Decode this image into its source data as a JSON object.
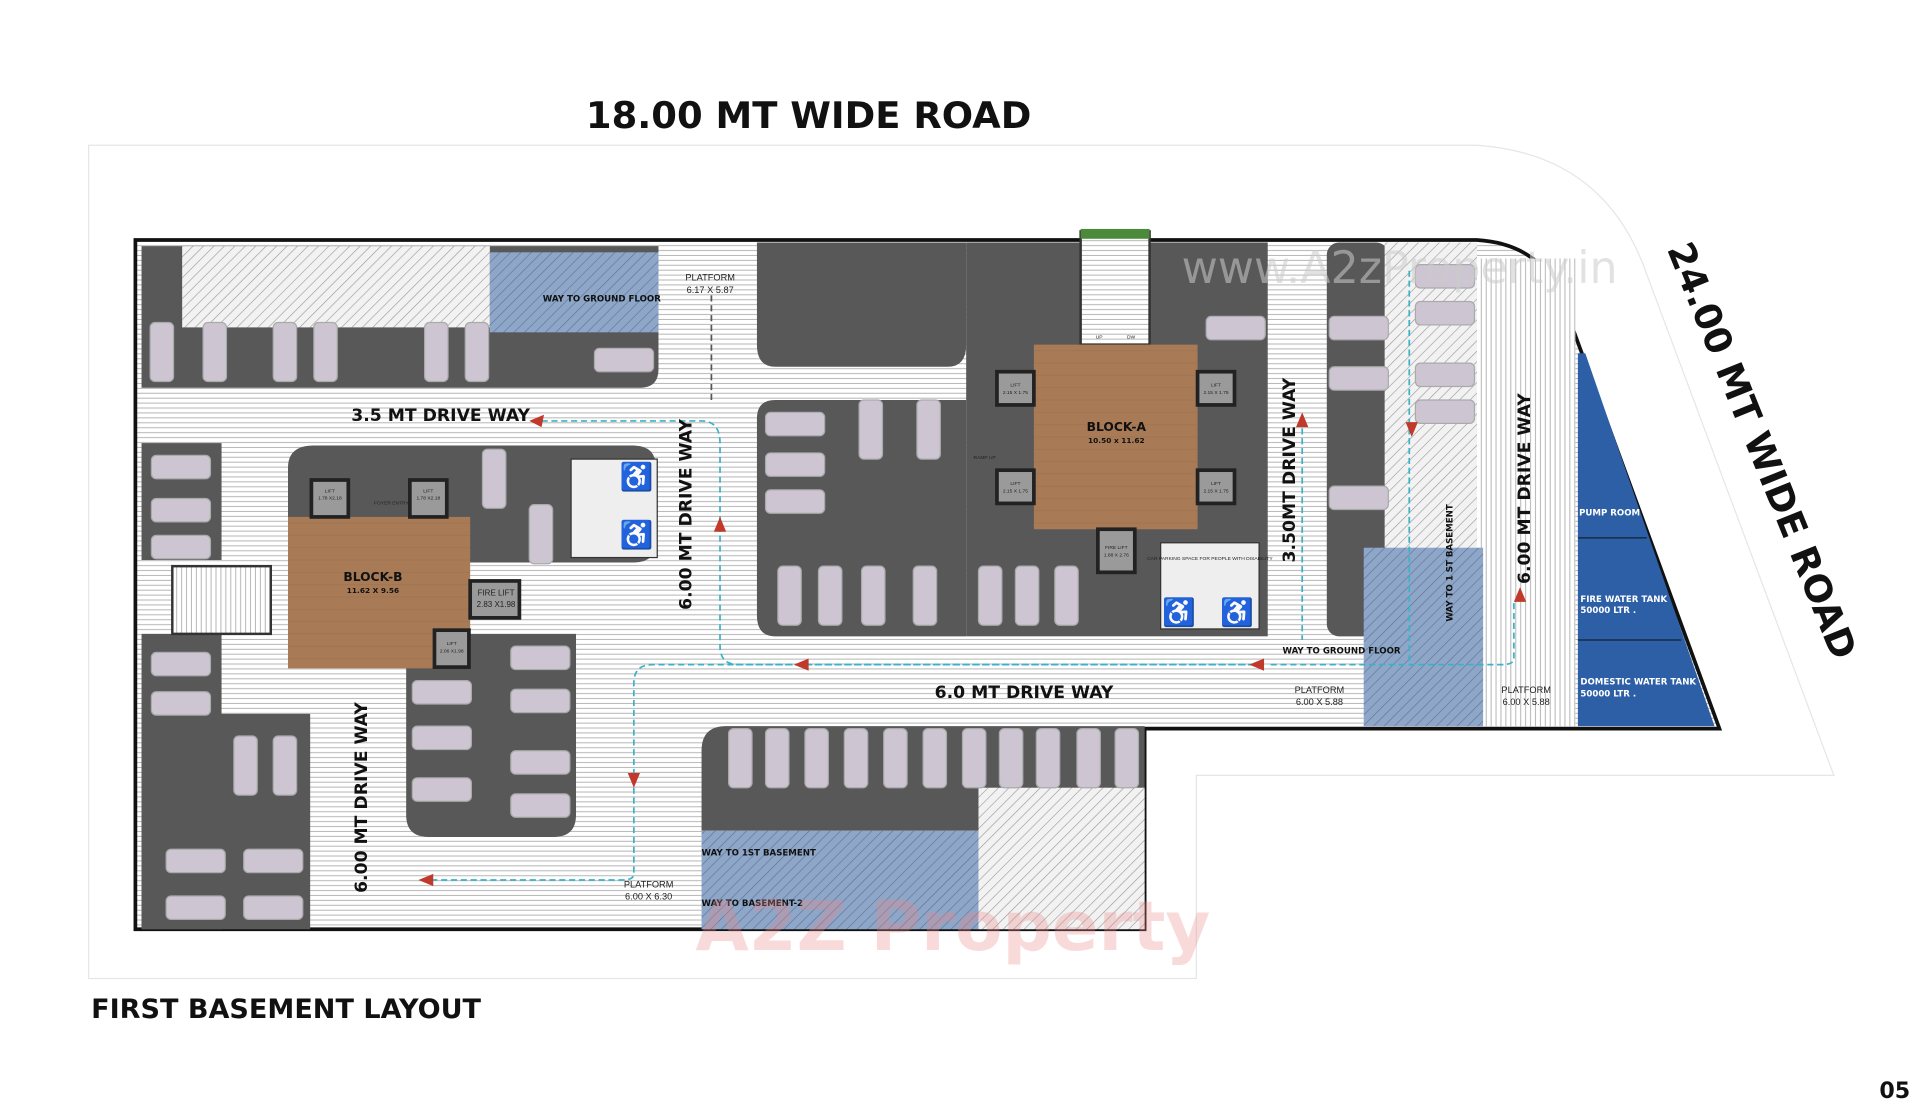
{
  "roads": {
    "top": "18.00 MT WIDE ROAD",
    "right": "24.00 MT WIDE ROAD"
  },
  "caption": "FIRST BASEMENT LAYOUT",
  "page_number": "05",
  "watermarks": {
    "url": "www.A2zProperty.in",
    "brand": "A2Z Property"
  },
  "colors": {
    "parking": "#585858",
    "block": "#a87b56",
    "ramp": "#8ea6c8",
    "tanks": "#2d5fa6",
    "car": "#cdc6d2",
    "route": "#3bb3c7",
    "arrow": "#c0392b"
  },
  "driveways": {
    "top_left": "3.5 MT DRIVE WAY",
    "center_vertical": "6.00 MT DRIVE WAY",
    "right_inner": "3.50MT DRIVE WAY",
    "right_outer": "6.00 MT DRIVE WAY",
    "bottom_horizontal": "6.0 MT DRIVE WAY",
    "left_vertical": "6.00 MT DRIVE WAY"
  },
  "blocks": {
    "a": {
      "name": "BLOCK-A",
      "size": "10.50 x 11.62"
    },
    "b": {
      "name": "BLOCK-B",
      "size": "11.62 X 9.56"
    }
  },
  "lifts": {
    "label": "LIFT",
    "a_size": "2.15 X 1.75",
    "b_top_size": "1.78 X2.18",
    "b_bottom_size": "2.06 X1.98",
    "fire_label": "FIRE LIFT",
    "fire_b_size": "2.83 X1.98",
    "fire_a_size": "1.88 X 2.76"
  },
  "misc": {
    "foyer": "FOYER ENTRY",
    "ramp_up": "RAMP UP",
    "up": "UP",
    "dw": "DW",
    "disabled": "CAR PARKING SPACE FOR PEOPLE WITH DISABILITY"
  },
  "ramps": {
    "top_ground": "WAY TO GROUND FLOOR",
    "right_ground": "WAY TO GROUND FLOOR",
    "right_basement": "WAY TO 1 ST BASEMENT",
    "bottom_first": "WAY TO 1ST BASEMENT",
    "bottom_second": "WAY TO BASEMENT-2"
  },
  "platforms": [
    {
      "label": "PLATFORM",
      "size": "6.17 X 5.87"
    },
    {
      "label": "PLATFORM",
      "size": "6.00 X 5.88"
    },
    {
      "label": "PLATFORM",
      "size": "6.00 X 5.88"
    },
    {
      "label": "PLATFORM",
      "size": "6.00 X 6.30"
    }
  ],
  "services": {
    "pump": "PUMP ROOM",
    "fire_tank": "FIRE WATER TANK",
    "fire_cap": "50000 LTR .",
    "domestic_tank": "DOMESTIC WATER TANK",
    "domestic_cap": "50000 LTR ."
  }
}
